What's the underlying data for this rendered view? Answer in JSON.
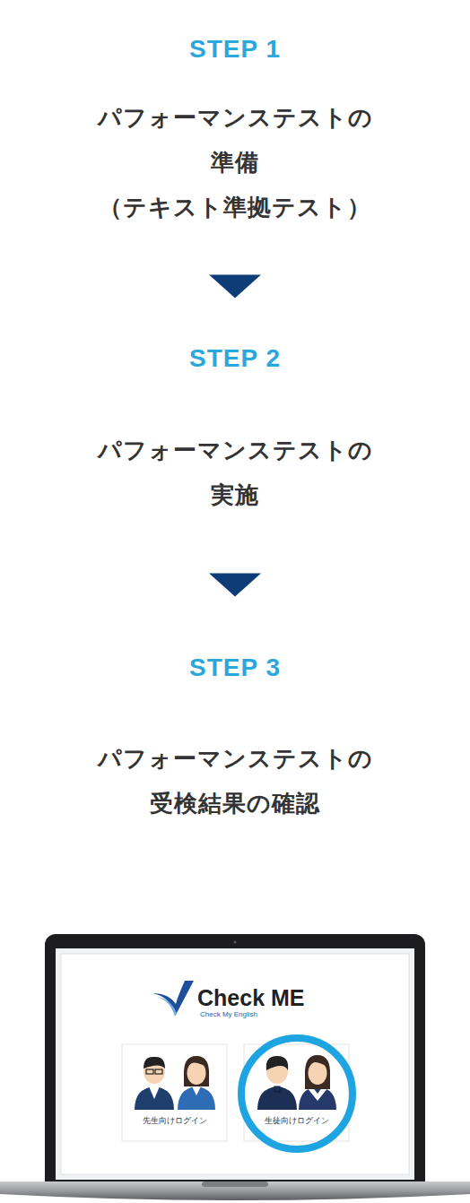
{
  "diagram": {
    "nodes": [
      {
        "text": [
          "STEP 1",
          "パフォーマンステストの 準備 （テキスト準拠テスト）"
        ]
      },
      {
        "text": [
          "STEP 2",
          "パフォーマンステストの 実施"
        ]
      },
      {
        "text": [
          "STEP 3",
          "パフォーマンステストの 受検結果の確認"
        ]
      },
      {
        "text": [
          "Check ME",
          "Check My English"
        ]
      },
      {
        "text": [
          "先生向けログイン"
        ],
        "in": 3
      },
      {
        "text": [
          "生徒向けログイン"
        ],
        "in": 3
      }
    ],
    "edges": [
      {
        "from": 0,
        "to": 1,
        "arrow": "to"
      },
      {
        "from": 1,
        "to": 2,
        "arrow": "to"
      }
    ]
  }
}
